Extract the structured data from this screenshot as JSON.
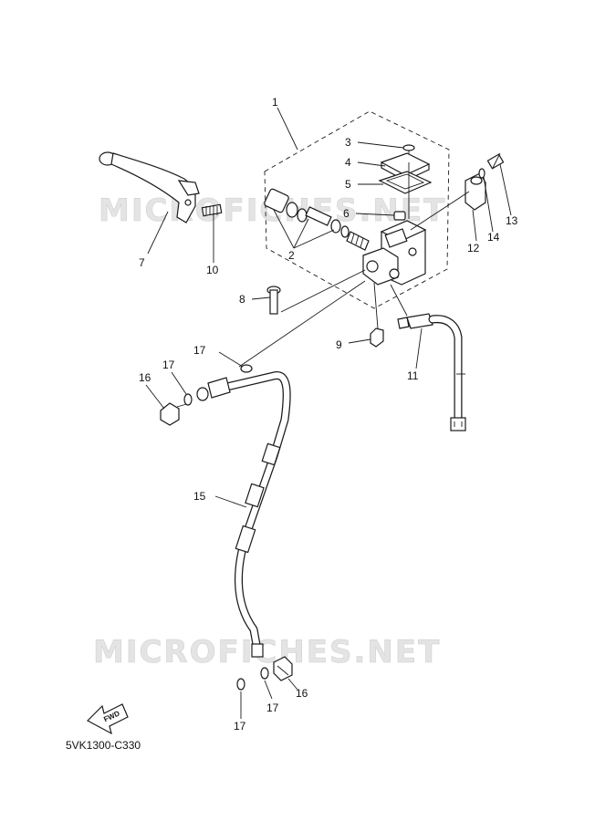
{
  "watermark": "MICROFICHES.NET",
  "fwd_label": "FWD",
  "diagram_code": "5VK1300-C330",
  "callouts": [
    {
      "id": "c1",
      "text": "1"
    },
    {
      "id": "c2",
      "text": "2"
    },
    {
      "id": "c3",
      "text": "3"
    },
    {
      "id": "c4",
      "text": "4"
    },
    {
      "id": "c5",
      "text": "5"
    },
    {
      "id": "c6",
      "text": "6"
    },
    {
      "id": "c7",
      "text": "7"
    },
    {
      "id": "c8",
      "text": "8"
    },
    {
      "id": "c9",
      "text": "9"
    },
    {
      "id": "c10",
      "text": "10"
    },
    {
      "id": "c11",
      "text": "11"
    },
    {
      "id": "c12",
      "text": "12"
    },
    {
      "id": "c13",
      "text": "13"
    },
    {
      "id": "c14",
      "text": "14"
    },
    {
      "id": "c15",
      "text": "15"
    },
    {
      "id": "c16a",
      "text": "16"
    },
    {
      "id": "c16b",
      "text": "16"
    },
    {
      "id": "c17a",
      "text": "17"
    },
    {
      "id": "c17b",
      "text": "17"
    },
    {
      "id": "c17c",
      "text": "17"
    },
    {
      "id": "c17d",
      "text": "17"
    }
  ]
}
